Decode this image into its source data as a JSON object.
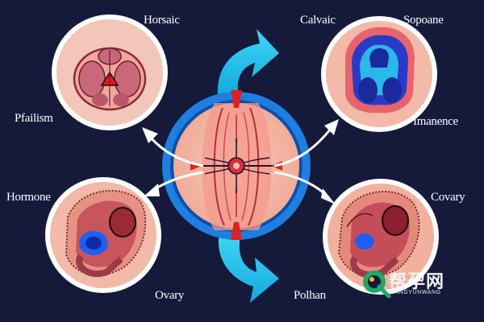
{
  "labels": {
    "top_left": "Horsaic",
    "top_center": "Calvaic",
    "top_right": "Sopoane",
    "mid_left": "Pfailism",
    "mid_right": "Imanence",
    "lower_left": "Hormone",
    "lower_right": "Covary",
    "bottom_left": "Ovary",
    "bottom_right": "Polhan"
  },
  "watermark": {
    "text": "帮孕网",
    "subtext": "BANGYUNWANG"
  },
  "colors": {
    "background": "#15193a",
    "ring_blue": "#1e7fe0",
    "cyan_arrow": "#1fc4ee",
    "tissue_pink": "#f3b3a3",
    "red": "#e02020",
    "dark_red": "#9c2a3a"
  }
}
